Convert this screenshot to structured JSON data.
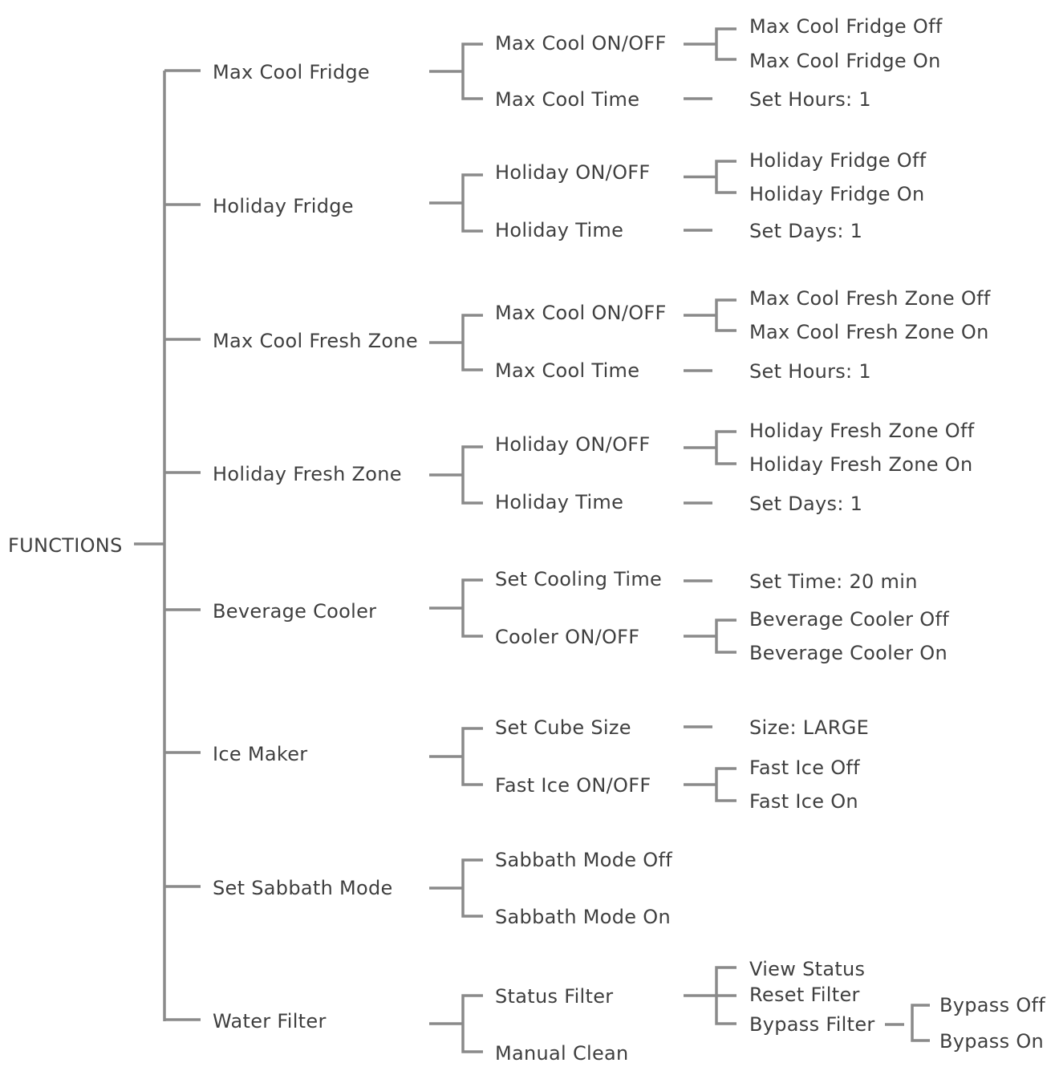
{
  "root": "FUNCTIONS",
  "functions": [
    {
      "label": "Max Cool Fridge",
      "options": [
        {
          "label": "Max Cool ON/OFF",
          "values": [
            "Max Cool Fridge Off",
            "Max Cool Fridge On"
          ]
        },
        {
          "label": "Max Cool Time",
          "values": [
            "Set Hours: 1"
          ]
        }
      ]
    },
    {
      "label": "Holiday Fridge",
      "options": [
        {
          "label": "Holiday ON/OFF",
          "values": [
            "Holiday Fridge Off",
            "Holiday Fridge On"
          ]
        },
        {
          "label": "Holiday Time",
          "values": [
            "Set Days: 1"
          ]
        }
      ]
    },
    {
      "label": "Max Cool Fresh Zone",
      "options": [
        {
          "label": "Max Cool ON/OFF",
          "values": [
            "Max Cool Fresh Zone Off",
            "Max Cool Fresh Zone On"
          ]
        },
        {
          "label": "Max Cool Time",
          "values": [
            "Set Hours: 1"
          ]
        }
      ]
    },
    {
      "label": "Holiday Fresh Zone",
      "options": [
        {
          "label": "Holiday ON/OFF",
          "values": [
            "Holiday Fresh Zone Off",
            "Holiday Fresh Zone On"
          ]
        },
        {
          "label": "Holiday Time",
          "values": [
            "Set Days: 1"
          ]
        }
      ]
    },
    {
      "label": "Beverage Cooler",
      "options": [
        {
          "label": "Set Cooling Time",
          "values": [
            "Set Time: 20 min"
          ]
        },
        {
          "label": "Cooler ON/OFF",
          "values": [
            "Beverage Cooler Off",
            "Beverage Cooler On"
          ]
        }
      ]
    },
    {
      "label": "Ice Maker",
      "options": [
        {
          "label": "Set Cube Size",
          "values": [
            "Size: LARGE"
          ]
        },
        {
          "label": "Fast Ice ON/OFF",
          "values": [
            "Fast Ice Off",
            "Fast Ice On"
          ]
        }
      ]
    },
    {
      "label": "Set Sabbath Mode",
      "options": [
        {
          "label": "Sabbath Mode Off",
          "values": []
        },
        {
          "label": "Sabbath Mode On",
          "values": []
        }
      ]
    },
    {
      "label": "Water Filter",
      "options": [
        {
          "label": "Status Filter",
          "values": [
            "View Status",
            "Reset Filter",
            "Bypass Filter"
          ]
        },
        {
          "label": "Manual Clean",
          "values": []
        }
      ]
    }
  ],
  "bypass_values": [
    "Bypass Off",
    "Bypass On"
  ],
  "line_color": "#8a8a8a",
  "text_color": "#3f3f3f"
}
